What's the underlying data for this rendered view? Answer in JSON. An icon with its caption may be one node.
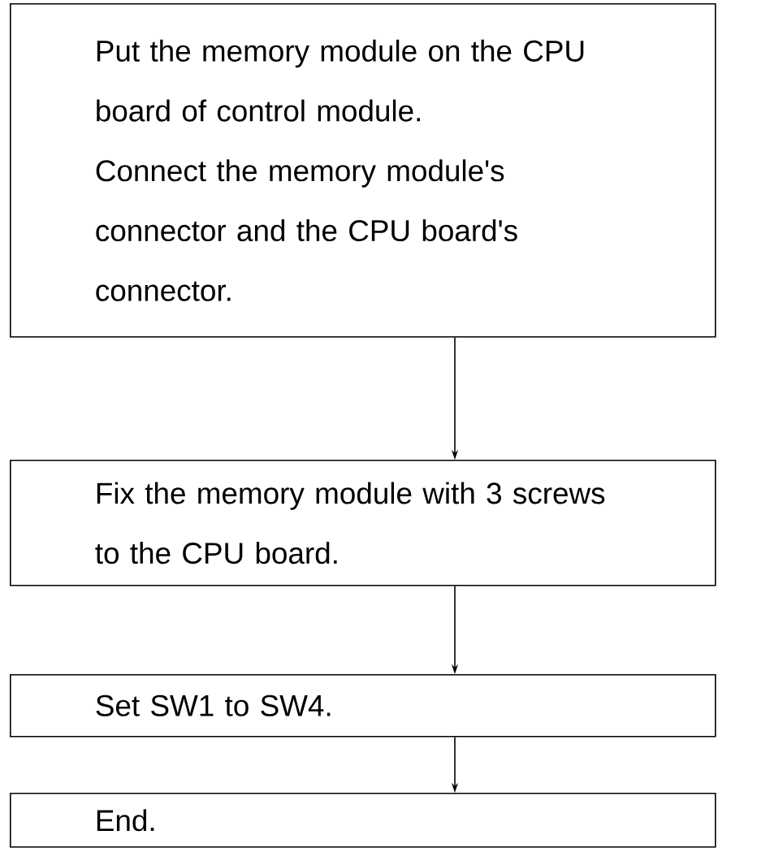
{
  "diagram": {
    "nodes": [
      {
        "text": [
          "Put the memory module on the CPU board of control module.",
          "Connect the memory module's connector and the CPU board's connector."
        ]
      },
      {
        "text": [
          "Fix the memory module with 3 screws to the CPU board."
        ]
      },
      {
        "text": [
          "Set SW1 to SW4."
        ]
      },
      {
        "text": [
          "End."
        ]
      }
    ],
    "edges": [
      {
        "from": 0,
        "to": 1,
        "arrow": "to"
      },
      {
        "from": 1,
        "to": 2,
        "arrow": "to"
      },
      {
        "from": 2,
        "to": 3,
        "arrow": "to"
      }
    ]
  }
}
